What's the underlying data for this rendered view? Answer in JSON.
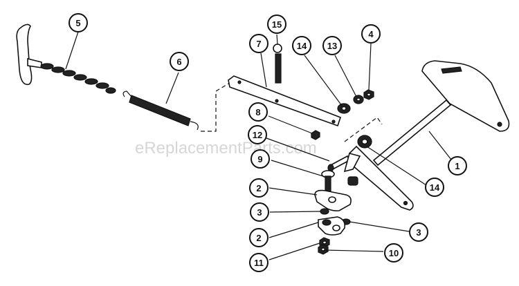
{
  "watermark": "eReplacementParts.com",
  "callouts": [
    "5",
    "6",
    "15",
    "7",
    "14",
    "13",
    "4",
    "8",
    "12",
    "9",
    "2",
    "3",
    "2",
    "11",
    "10",
    "3",
    "14",
    "1"
  ],
  "colors": {
    "line": "#111111",
    "background": "#ffffff",
    "watermark": "#cfcfcf"
  }
}
